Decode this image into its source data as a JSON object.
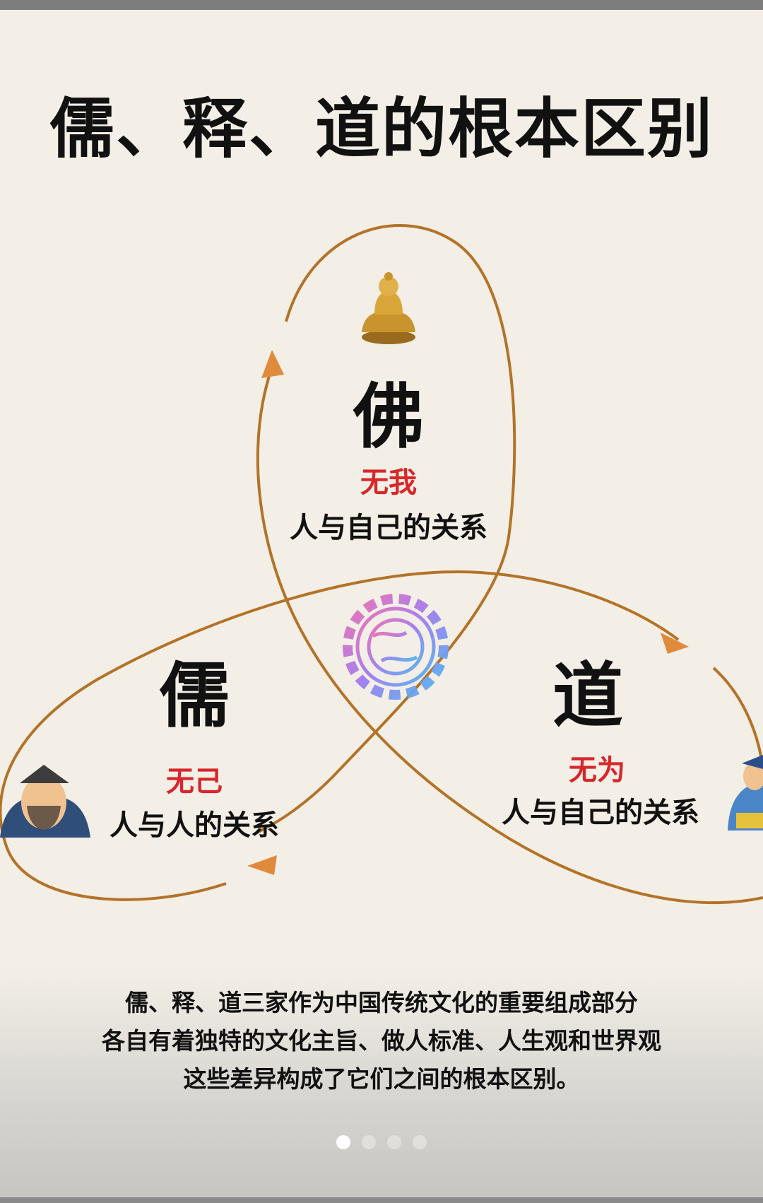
{
  "title": "儒、释、道的根本区别",
  "nodes": {
    "buddha": {
      "name": "佛",
      "principle": "无我",
      "relation": "人与自己的关系"
    },
    "confucian": {
      "name": "儒",
      "principle": "无己",
      "relation": "人与人的关系"
    },
    "tao": {
      "name": "道",
      "principle": "无为",
      "relation": "人与自己的关系"
    }
  },
  "caption": [
    "儒、释、道三家作为中国传统文化的重要组成部分",
    "各自有着独特的文化主旨、做人标准、人生观和世界观",
    "这些差异构成了它们之间的根本区别。"
  ],
  "pager": {
    "count": 4,
    "active": 1
  },
  "colors": {
    "loop": "#b37328",
    "arrow": "#e08a3b",
    "accent": "#d8262b",
    "background": "#f3efe6"
  },
  "icons": [
    "buddha-statue-icon",
    "confucius-portrait-icon",
    "taoist-figure-icon",
    "gear-globe-logo-icon"
  ]
}
